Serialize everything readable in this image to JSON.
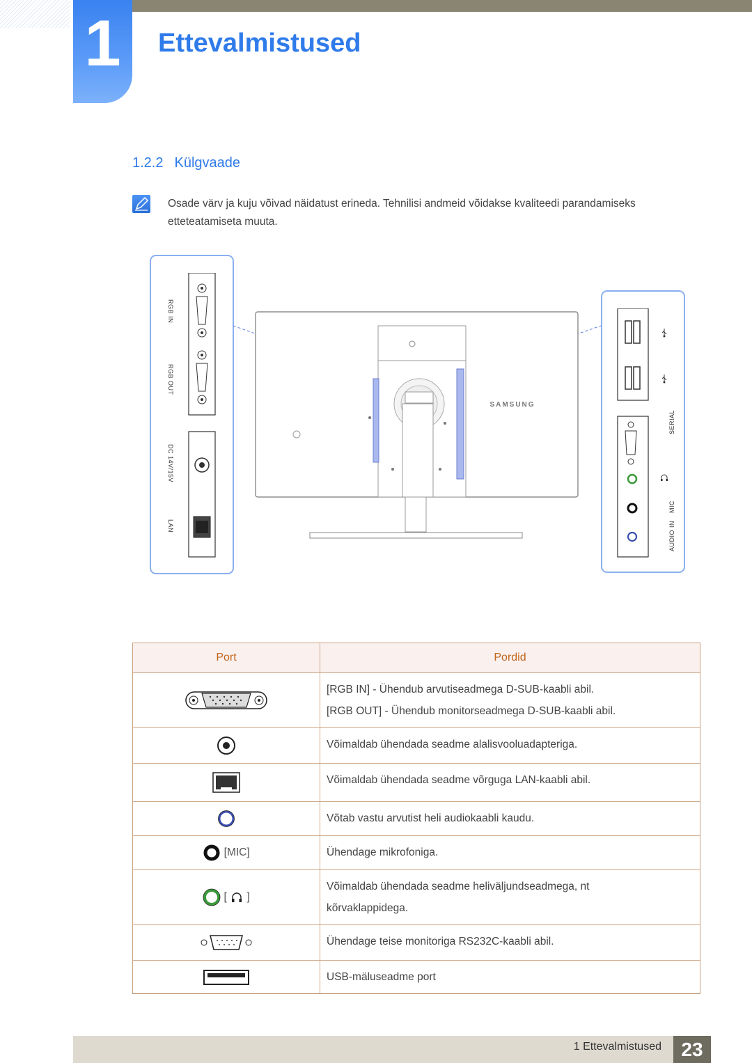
{
  "chapter": {
    "number": "1",
    "title": "Ettevalmistused"
  },
  "section": {
    "number": "1.2.2",
    "title": "Külgvaade"
  },
  "note": {
    "icon": "note-pencil-icon",
    "text": "Osade värv ja kuju võivad näidatust erineda. Tehnilisi andmeid võidakse kvaliteedi parandamiseks etteteatamiseta muuta."
  },
  "diagram": {
    "left_panel_labels": [
      "RGB IN",
      "RGB OUT",
      "DC 14V/15V",
      "LAN"
    ],
    "right_panel_labels": [
      "SERIAL",
      "MIC",
      "AUDIO IN"
    ],
    "brand": "SAMSUNG",
    "accent_color": "#8ab0f0"
  },
  "table": {
    "headers": [
      "Port",
      "Pordid"
    ],
    "rows": [
      {
        "icon": "d-sub-connector-icon",
        "lines": [
          "[RGB IN] - Ühendub arvutiseadmega D-SUB-kaabli abil.",
          "[RGB OUT] - Ühendub monitorseadmega D-SUB-kaabli abil."
        ]
      },
      {
        "icon": "dc-power-jack-icon",
        "lines": [
          "Võimaldab ühendada seadme alalisvooluadapteriga."
        ]
      },
      {
        "icon": "lan-port-icon",
        "lines": [
          "Võimaldab ühendada seadme võrguga LAN-kaabli abil."
        ]
      },
      {
        "icon": "audio-in-jack-icon",
        "lines": [
          "Võtab vastu arvutist heli audiokaabli kaudu."
        ]
      },
      {
        "icon": "mic-jack-icon",
        "label": "[MIC]",
        "lines": [
          "Ühendage mikrofoniga."
        ]
      },
      {
        "icon": "headphone-jack-icon",
        "lines": [
          "Võimaldab ühendada seadme heliväljundseadmega, nt",
          "kõrvaklappidega."
        ]
      },
      {
        "icon": "serial-port-icon",
        "lines": [
          "Ühendage teise monitoriga RS232C-kaabli abil."
        ]
      },
      {
        "icon": "usb-port-icon",
        "lines": [
          "USB-mäluseadme port"
        ]
      }
    ]
  },
  "footer": {
    "label": "1 Ettevalmistused",
    "page": "23"
  }
}
